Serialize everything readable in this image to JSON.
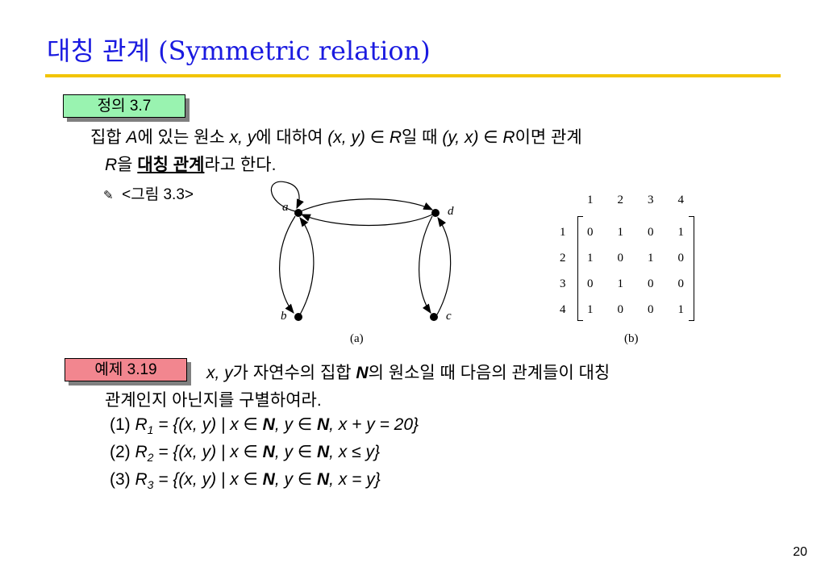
{
  "slide": {
    "title": "대칭 관계 (Symmetric relation)",
    "page_number": "20"
  },
  "definition": {
    "badge": "정의 3.7",
    "line1_parts": [
      "집합 ",
      "A",
      "에 있는 원소 ",
      "x, y",
      "에 대하여 ",
      "(x, y) ∈ R",
      "일 때 ",
      "(y, x) ∈ R",
      "이면 관계"
    ],
    "line2_parts": [
      "R",
      "을 ",
      "대칭 관계",
      "라고 한다."
    ],
    "figure_ref": "<그림 3.3>"
  },
  "figure": {
    "graph_caption": "(a)",
    "matrix_caption": "(b)",
    "nodes": [
      "a",
      "b",
      "c",
      "d"
    ],
    "matrix_col_headers": [
      "1",
      "2",
      "3",
      "4"
    ],
    "matrix_row_headers": [
      "1",
      "2",
      "3",
      "4"
    ],
    "matrix": [
      [
        "0",
        "1",
        "0",
        "1"
      ],
      [
        "1",
        "0",
        "1",
        "0"
      ],
      [
        "0",
        "1",
        "0",
        "0"
      ],
      [
        "1",
        "0",
        "0",
        "1"
      ]
    ]
  },
  "example": {
    "badge": "예제 3.19",
    "line1_parts": [
      "x, y",
      "가 자연수의 집합 ",
      "N",
      "의 원소일 때 다음의 관계들이 대칭"
    ],
    "line2": "관계인지 아닌지를 구별하여라.",
    "items": [
      {
        "num": "(1) ",
        "lhs": "R",
        "sub": "1",
        "rhs_a": " = {(x, y) | x ∈ ",
        "N1": "N",
        "mid": ", y ∈ ",
        "N2": "N",
        "cond": ", x + y = 20}"
      },
      {
        "num": "(2) ",
        "lhs": "R",
        "sub": "2",
        "rhs_a": " = {(x, y) | x ∈ ",
        "N1": "N",
        "mid": ", y ∈ ",
        "N2": "N",
        "cond": ", x ≤ y}"
      },
      {
        "num": "(3) ",
        "lhs": "R",
        "sub": "3",
        "rhs_a": " = {(x, y) | x ∈ ",
        "N1": "N",
        "mid": ", y ∈ ",
        "N2": "N",
        "cond": ", x = y}"
      }
    ]
  }
}
